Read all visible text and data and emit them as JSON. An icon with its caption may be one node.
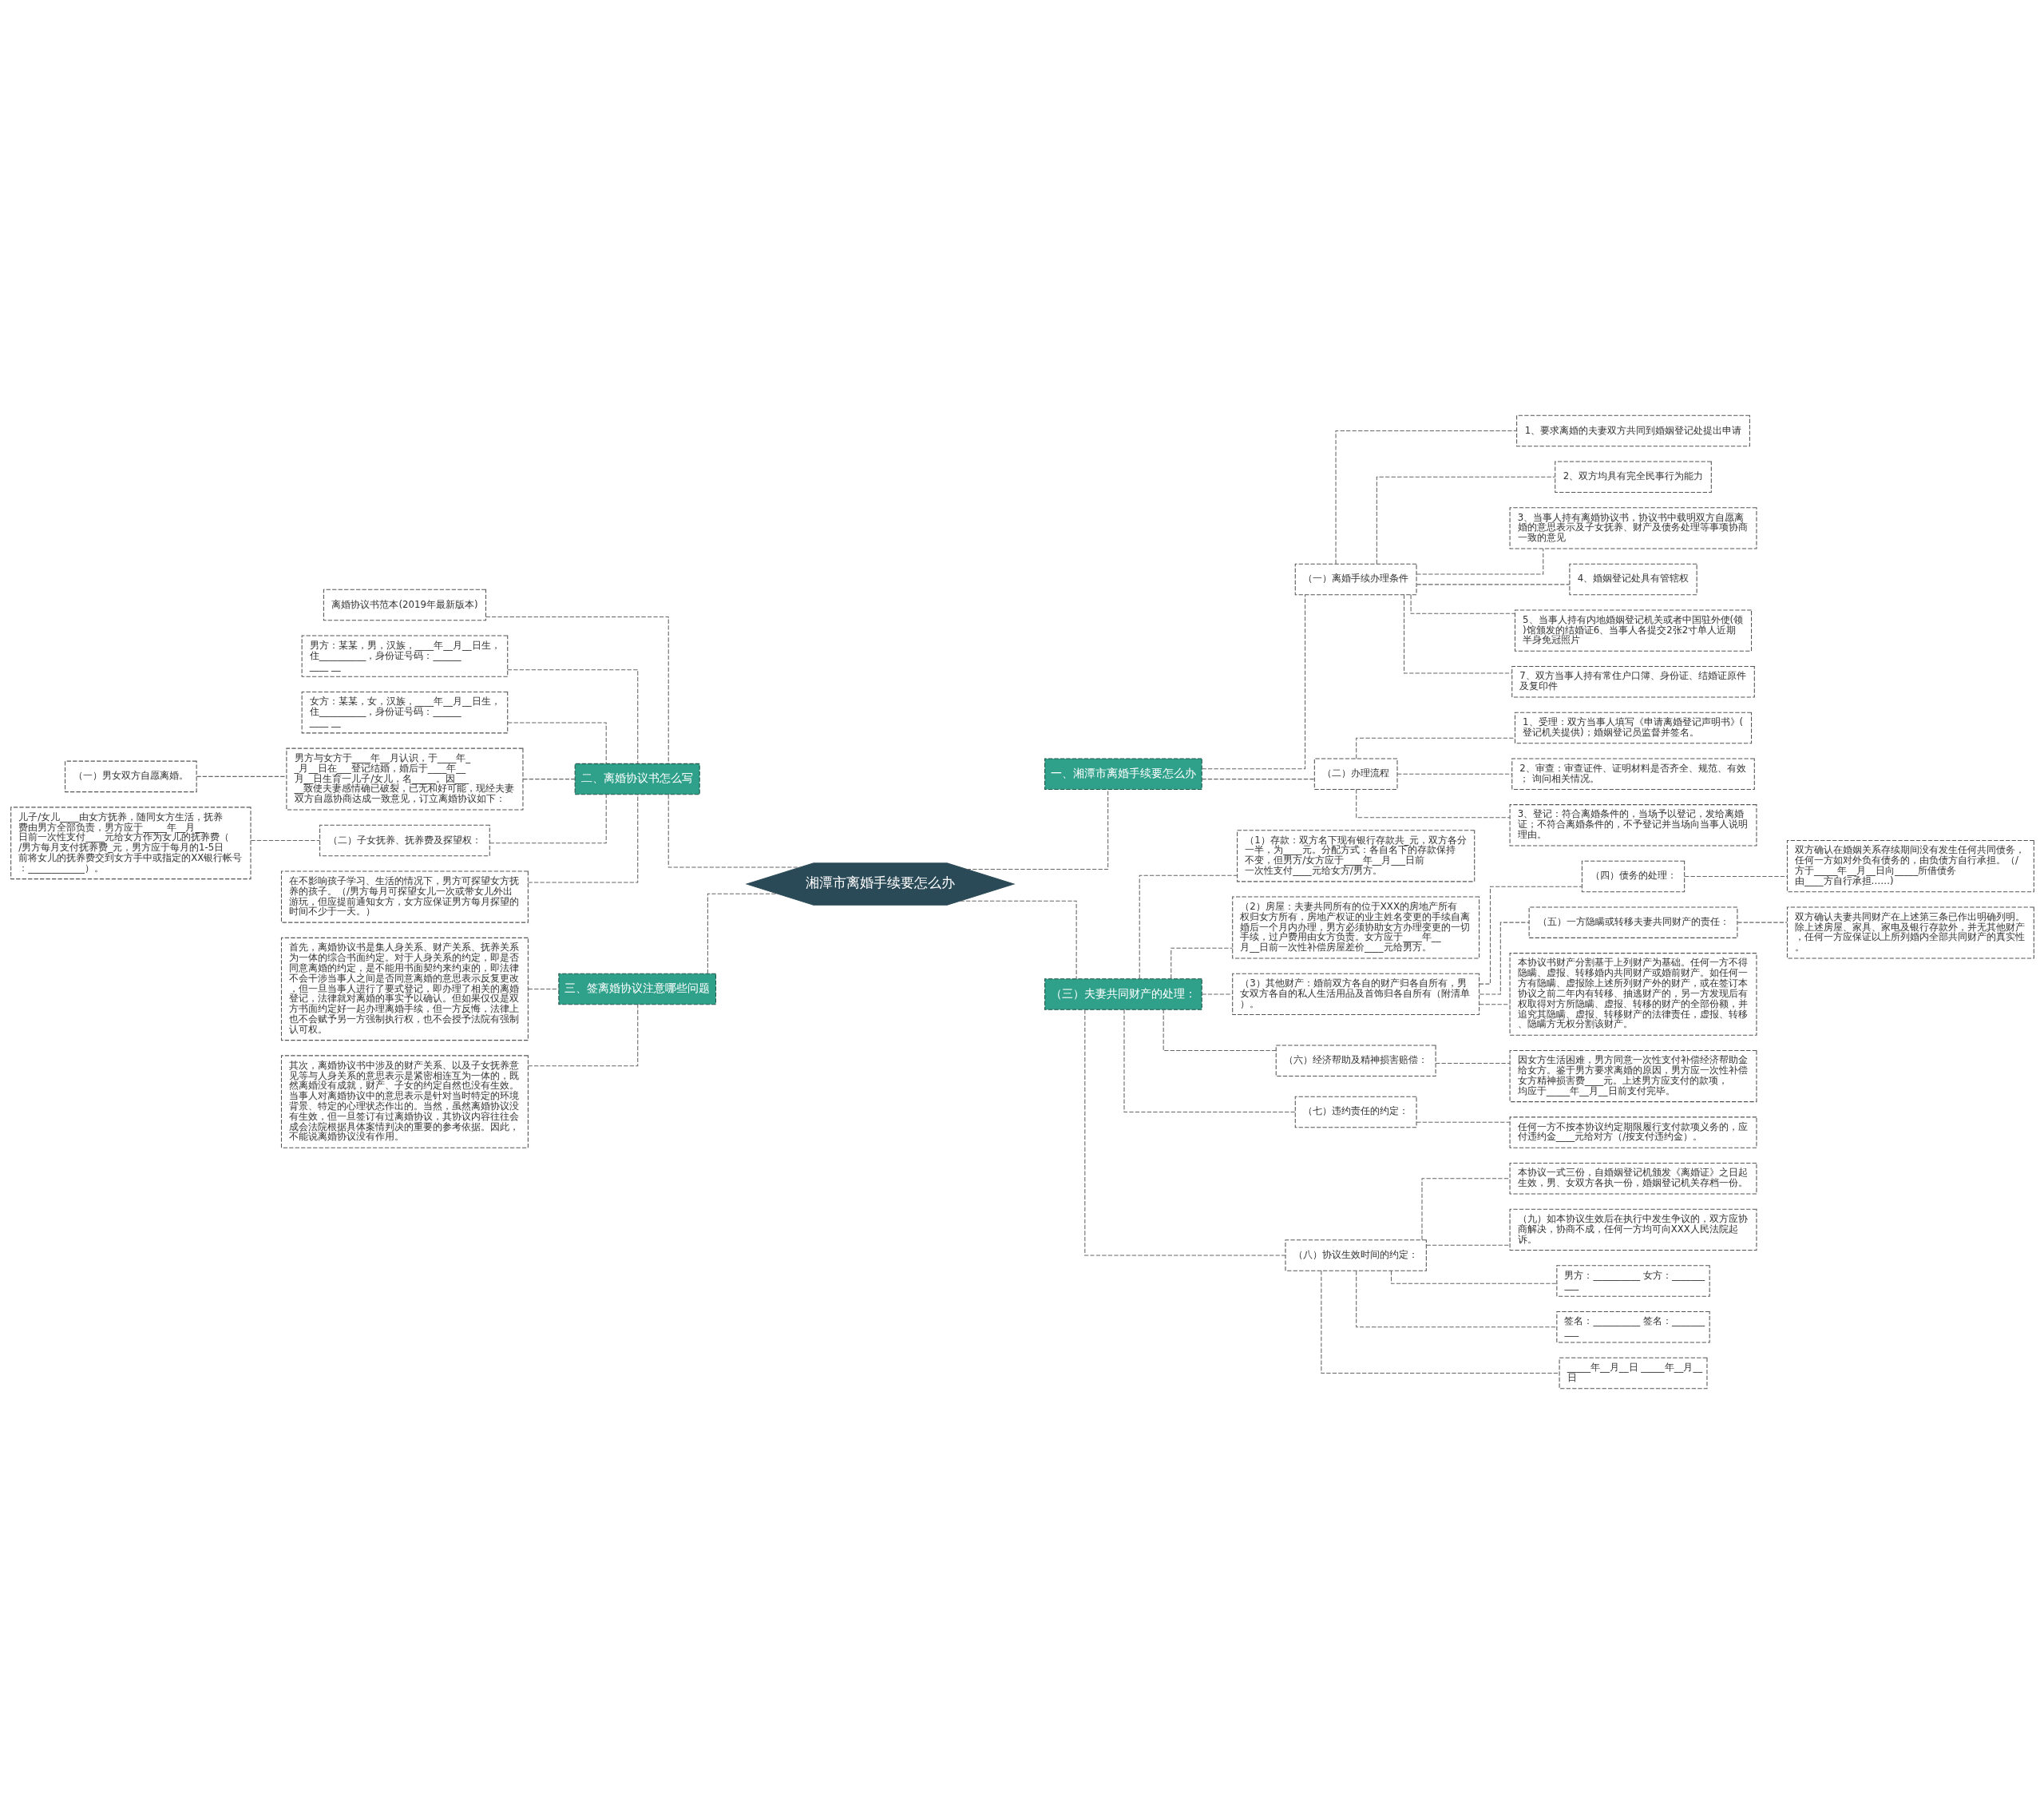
{
  "diagram": {
    "nodes": [
      {
        "text": [
          "湘潭市离婚手续要怎么办"
        ]
      },
      {
        "text": [
          "一、湘潭市离婚手续要怎么办"
        ]
      },
      {
        "text": [
          "（一）离婚手续办理条件"
        ]
      },
      {
        "text": [
          "1、要求离婚的夫妻双方共同到婚姻登记处提出申请"
        ]
      },
      {
        "text": [
          "2、双方均具有完全民事行为能力"
        ]
      },
      {
        "text": [
          "3、当事人持有离婚协议书，协议书中载明双方自愿离婚的意思表示及子女抚养、财产及债务处理等事项协商一致的意见"
        ]
      },
      {
        "text": [
          "4、婚姻登记处具有管辖权"
        ]
      },
      {
        "text": [
          "5、当事人持有内地婚姻登记机关或者中国驻外使(领)馆颁发的结婚证6、当事人各提交2张2寸单人近期半身免冠照片"
        ]
      },
      {
        "text": [
          "7、双方当事人持有常住户口簿、身份证、结婚证原件及复印件"
        ]
      },
      {
        "text": [
          "（二）办理流程"
        ]
      },
      {
        "text": [
          "1、受理：双方当事人填写《申请离婚登记声明书》(登记机关提供)；婚姻登记员监督并签名。"
        ]
      },
      {
        "text": [
          "2、审查：审查证件、证明材料是否齐全、规范、有效； 询问相关情况。"
        ]
      },
      {
        "text": [
          "3、登记：符合离婚条件的，当场予以登记，发给离婚证；不符合离婚条件的，不予登记并当场向当事人说明理由。"
        ]
      },
      {
        "text": [
          "二、离婚协议书怎么写"
        ]
      },
      {
        "text": [
          "离婚协议书范本(2019年最新版本)"
        ]
      },
      {
        "text": [
          "男方：某某，男，汉族，____年__月__日生，住__________，身份证号码：__________ __"
        ]
      },
      {
        "text": [
          "女方：某某，女，汉族，____年__月__日生，住__________，身份证号码：__________ __"
        ]
      },
      {
        "text": [
          "男方与女方于____年__月认识，于____年__月__日在___登记结婚，婚后于____年__月__日生育一儿子/女儿，名_____。因_____致使夫妻感情确已破裂，已无和好可能，现经夫妻双方自愿协商达成一致意见，订立离婚协议如下："
        ]
      },
      {
        "text": [
          "（一）男女双方自愿离婚。"
        ]
      },
      {
        "text": [
          "（二）子女抚养、抚养费及探望权："
        ]
      },
      {
        "text": [
          "儿子/女儿____由女方抚养，随同女方生活，抚养费由男方全部负责，男方应于_____年__月__日前一次性支付____元给女方作为女儿的抚养费（/男方每月支付抚养费_元，男方应于每月的1-5日前将女儿的抚养费交到女方手中或指定的XX银行帐号：____________）。"
        ]
      },
      {
        "text": [
          "在不影响孩子学习、生活的情况下，男方可探望女方抚养的孩子。（/男方每月可探望女儿一次或带女儿外出游玩，但应提前通知女方，女方应保证男方每月探望的时间不少于一天。）"
        ]
      },
      {
        "text": [
          "三、签离婚协议注意哪些问题"
        ]
      },
      {
        "text": [
          "首先，离婚协议书是集人身关系、财产关系、抚养关系为一体的综合书面约定。对于人身关系的约定，即是否同意离婚的约定，是不能用书面契约来约束的，即法律不会干涉当事人之间是否同意离婚的意思表示反复更改，但一旦当事人进行了要式登记，即办理了相关的离婚登记，法律就对离婚的事实予以确认。但如果仅仅是双方书面约定好一起办理离婚手续，但一方反悔，法律上也不会赋予另一方强制执行权，也不会授予法院有强制认可权。"
        ]
      },
      {
        "text": [
          "其次，离婚协议书中涉及的财产关系、以及子女抚养意见等与人身关系的意思表示是紧密相连互为一体的，既然离婚没有成就，财产、子女的约定自然也没有生效。当事人对离婚协议中的意思表示是针对当时特定的环境背景、特定的心理状态作出的。当然，虽然离婚协议没有生效，但一旦签订有过离婚协议，其协议内容往往会成会法院根据具体案情判决的重要的参考依据。因此，不能说离婚协议没有作用。"
        ]
      },
      {
        "text": [
          "（三）夫妻共同财产的处理："
        ]
      },
      {
        "text": [
          "（1）存款：双方名下现有银行存款共_元，双方各分一半，为____元。分配方式：各自名下的存款保持不变，但男方/女方应于____年__月___日前一次性支付____元给女方/男方。"
        ]
      },
      {
        "text": [
          "（2）房屋：夫妻共同所有的位于XXX的房地产所有权归女方所有，房地产权证的业主姓名变更的手续自离婚后一个月内办理，男方必须协助女方办理变更的一切手续，过户费用由女方负责。女方应于____年__月__日前一次性补偿房屋差价____元给男方。"
        ]
      },
      {
        "text": [
          "（3）其他财产：婚前双方各自的财产归各自所有，男女双方各自的私人生活用品及首饰归各自所有（附清单）。"
        ]
      },
      {
        "text": [
          "（四）债务的处理："
        ]
      },
      {
        "text": [
          "双方确认在婚姻关系存续期间没有发生任何共同债务，任何一方如对外负有债务的，由负债方自行承担。（/方于_____年__月__日向_____所借债务由____方自行承担……)"
        ]
      },
      {
        "text": [
          "（五）一方隐瞒或转移夫妻共同财产的责任："
        ]
      },
      {
        "text": [
          "双方确认夫妻共同财产在上述第三条已作出明确列明。除上述房屋、家具、家电及银行存款外，并无其他财产，任何一方应保证以上所列婚内全部共同财产的真实性。"
        ]
      },
      {
        "text": [
          "本协议书财产分割基于上列财产为基础。任何一方不得隐瞒、虚报、转移婚内共同财产或婚前财产。如任何一方有隐瞒、虚报除上述所列财产外的财产，或在签订本协议之前二年内有转移、抽逃财产的，另一方发现后有权取得对方所隐瞒、虚报、转移的财产的全部份额，并追究其隐瞒、虚报、转移财产的法律责任，虚报、转移、隐瞒方无权分割该财产。"
        ]
      },
      {
        "text": [
          "（六）经济帮助及精神损害赔偿："
        ]
      },
      {
        "text": [
          "因女方生活困难，男方同意一次性支付补偿经济帮助金给女方。鉴于男方要求离婚的原因，男方应一次性补偿女方精神损害费____元。上述男方应支付的款项，均应于_____年__月__日前支付完毕。"
        ]
      },
      {
        "text": [
          "（七）违约责任的约定："
        ]
      },
      {
        "text": [
          "任何一方不按本协议约定期限履行支付款项义务的，应付违约金____元给对方（/按支付违约金）。"
        ]
      },
      {
        "text": [
          "（八）协议生效时间的约定："
        ]
      },
      {
        "text": [
          "本协议一式三份，自婚姻登记机颁发《离婚证》之日起生效，男、女双方各执一份，婚姻登记机关存档一份。"
        ]
      },
      {
        "text": [
          "（九）如本协议生效后在执行中发生争议的，双方应协商解决，协商不成，任何一方均可向XXX人民法院起诉。"
        ]
      },
      {
        "text": [
          "男方：__________ 女方：__________"
        ]
      },
      {
        "text": [
          "签名：__________ 签名：__________"
        ]
      },
      {
        "text": [
          "_____年__月__日 _____年__月__日"
        ]
      }
    ],
    "edges": [
      {
        "from": 0,
        "to": 1,
        "arrow": "none"
      },
      {
        "from": 1,
        "to": 2,
        "arrow": "none"
      },
      {
        "from": 2,
        "to": 3,
        "arrow": "none"
      },
      {
        "from": 2,
        "to": 4,
        "arrow": "none"
      },
      {
        "from": 2,
        "to": 5,
        "arrow": "none"
      },
      {
        "from": 2,
        "to": 6,
        "arrow": "none"
      },
      {
        "from": 2,
        "to": 7,
        "arrow": "none"
      },
      {
        "from": 2,
        "to": 8,
        "arrow": "none"
      },
      {
        "from": 1,
        "to": 9,
        "arrow": "none"
      },
      {
        "from": 9,
        "to": 10,
        "arrow": "none"
      },
      {
        "from": 9,
        "to": 11,
        "arrow": "none"
      },
      {
        "from": 9,
        "to": 12,
        "arrow": "none"
      },
      {
        "from": 0,
        "to": 13,
        "arrow": "none"
      },
      {
        "from": 13,
        "to": 14,
        "arrow": "none"
      },
      {
        "from": 13,
        "to": 15,
        "arrow": "none"
      },
      {
        "from": 13,
        "to": 16,
        "arrow": "none"
      },
      {
        "from": 13,
        "to": 17,
        "arrow": "none"
      },
      {
        "from": 17,
        "to": 18,
        "arrow": "none"
      },
      {
        "from": 13,
        "to": 19,
        "arrow": "none"
      },
      {
        "from": 19,
        "to": 20,
        "arrow": "none"
      },
      {
        "from": 13,
        "to": 21,
        "arrow": "none"
      },
      {
        "from": 0,
        "to": 22,
        "arrow": "none"
      },
      {
        "from": 22,
        "to": 23,
        "arrow": "none"
      },
      {
        "from": 22,
        "to": 24,
        "arrow": "none"
      },
      {
        "from": 0,
        "to": 25,
        "arrow": "none"
      },
      {
        "from": 25,
        "to": 26,
        "arrow": "none"
      },
      {
        "from": 25,
        "to": 27,
        "arrow": "none"
      },
      {
        "from": 25,
        "to": 28,
        "arrow": "none"
      },
      {
        "from": 28,
        "to": 29,
        "arrow": "none"
      },
      {
        "from": 29,
        "to": 30,
        "arrow": "none"
      },
      {
        "from": 28,
        "to": 31,
        "arrow": "none"
      },
      {
        "from": 31,
        "to": 32,
        "arrow": "none"
      },
      {
        "from": 28,
        "to": 33,
        "arrow": "none"
      },
      {
        "from": 25,
        "to": 34,
        "arrow": "none"
      },
      {
        "from": 34,
        "to": 35,
        "arrow": "none"
      },
      {
        "from": 25,
        "to": 36,
        "arrow": "none"
      },
      {
        "from": 36,
        "to": 37,
        "arrow": "none"
      },
      {
        "from": 25,
        "to": 38,
        "arrow": "none"
      },
      {
        "from": 38,
        "to": 39,
        "arrow": "none"
      },
      {
        "from": 38,
        "to": 40,
        "arrow": "none"
      },
      {
        "from": 38,
        "to": 41,
        "arrow": "none"
      },
      {
        "from": 38,
        "to": 42,
        "arrow": "none"
      },
      {
        "from": 38,
        "to": 43,
        "arrow": "none"
      }
    ]
  }
}
